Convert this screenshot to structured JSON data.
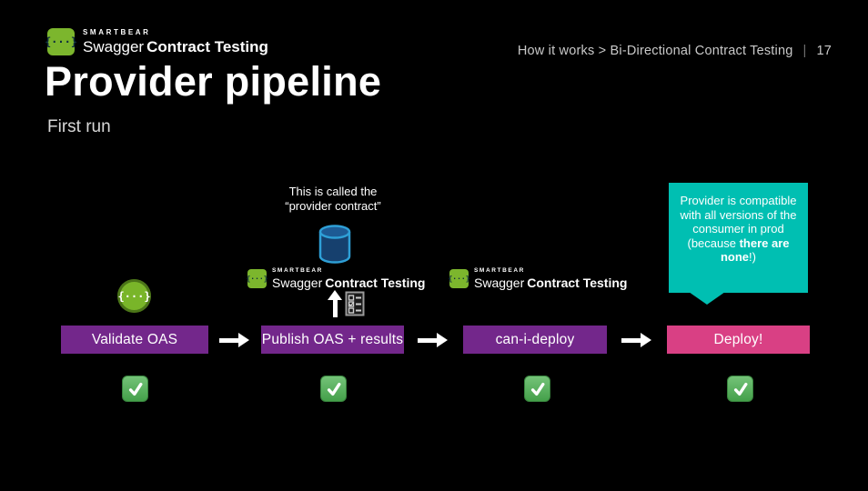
{
  "header": {
    "breadcrumb": "How it works > Bi-Directional Contract Testing",
    "separator": "|",
    "page_number": "17"
  },
  "logo": {
    "brand": "SMARTBEAR",
    "name": "Swagger",
    "suffix": "Contract Testing",
    "braces": "{···}"
  },
  "title": "Provider pipeline",
  "subtitle": "First run",
  "annotation": {
    "line1": "This is called the",
    "line2": "“provider contract”"
  },
  "callout": {
    "text_start": "Provider is compatible with all versions of the consumer in prod (because ",
    "text_bold": "there are none",
    "text_end": "!)",
    "background": "#00BFB2"
  },
  "pipeline": {
    "steps": [
      {
        "label": "Validate OAS",
        "color": "#73278B",
        "completed": true
      },
      {
        "label": "Publish OAS + results",
        "color": "#73278B",
        "completed": true
      },
      {
        "label": "can-i-deploy",
        "color": "#73278B",
        "completed": true
      },
      {
        "label": "Deploy!",
        "color": "#D94084",
        "completed": true
      }
    ]
  },
  "colors": {
    "background": "#000000",
    "swagger_green": "#7CB62D",
    "box_purple": "#73278B",
    "deploy_pink": "#D94084",
    "callout_teal": "#00BFB2",
    "database_fill": "#16406E",
    "database_stroke": "#2E9FD6",
    "check_green": "#44A04A"
  }
}
